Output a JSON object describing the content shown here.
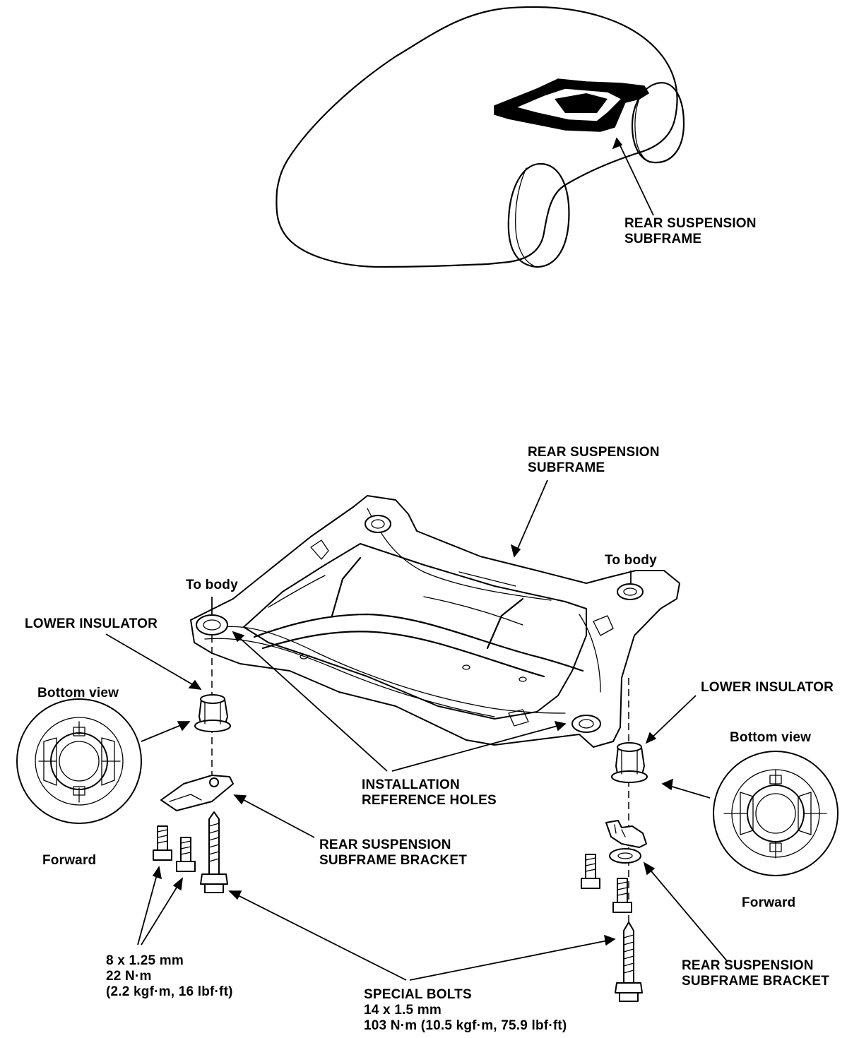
{
  "labels": {
    "top_subframe": [
      "REAR SUSPENSION",
      "SUBFRAME"
    ],
    "main_subframe": [
      "REAR SUSPENSION",
      "SUBFRAME"
    ],
    "to_body_left": "To body",
    "to_body_right": "To body",
    "lower_insulator_left": "LOWER INSULATOR",
    "lower_insulator_right": "LOWER INSULATOR",
    "bottom_view_left": "Bottom view",
    "bottom_view_right": "Bottom view",
    "forward_left": "Forward",
    "forward_right": "Forward",
    "installation_holes": [
      "INSTALLATION",
      "REFERENCE HOLES"
    ],
    "bracket_left": [
      "REAR SUSPENSION",
      "SUBFRAME BRACKET"
    ],
    "bracket_right": [
      "REAR SUSPENSION",
      "SUBFRAME BRACKET"
    ],
    "small_bolts": [
      "8 x 1.25 mm",
      "22 N·m",
      "(2.2 kgf·m, 16 lbf·ft)"
    ],
    "special_bolts": [
      "SPECIAL BOLTS",
      "14 x 1.5 mm",
      "103 N·m (10.5 kgf·m, 75.9 lbf·ft)"
    ]
  }
}
